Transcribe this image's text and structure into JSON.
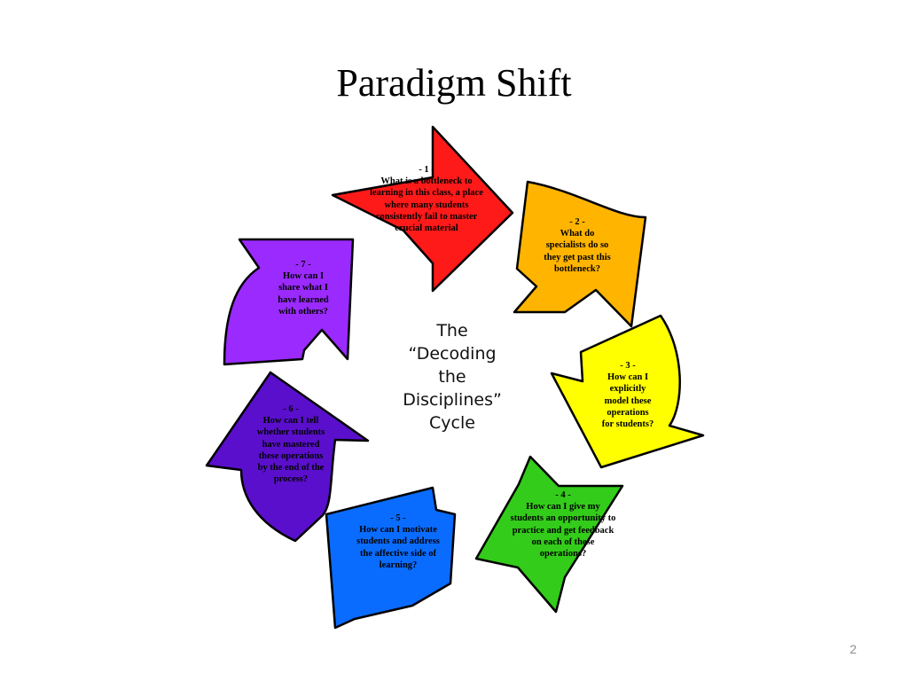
{
  "slide": {
    "title": "Paradigm Shift",
    "page_number": "2"
  },
  "diagram": {
    "center_lines": [
      "The",
      "“Decoding",
      "the",
      "Disciplines”",
      "Cycle"
    ],
    "steps": [
      {
        "number": "- 1 -",
        "lines": [
          "What is a bottleneck to",
          "learning in this class, a place",
          "where many students",
          "consistently fail to master",
          "crucial material"
        ],
        "color": "#ff1a1a"
      },
      {
        "number": "- 2 -",
        "lines": [
          "What do",
          "specialists do so",
          "they get past this",
          "bottleneck?"
        ],
        "color": "#ffb400"
      },
      {
        "number": "- 3 -",
        "lines": [
          "How can I",
          "explicitly",
          "model these",
          "operations",
          "for  students?"
        ],
        "color": "#ffff00"
      },
      {
        "number": "- 4 -",
        "lines": [
          "How can I give my",
          "students an opportunity to",
          "practice and get feedback",
          "on each of these",
          "operations?"
        ],
        "color": "#33cc1a"
      },
      {
        "number": "- 5 -",
        "lines": [
          "How can I motivate",
          "students and address",
          "the affective side of",
          "learning?"
        ],
        "color": "#0a6cff"
      },
      {
        "number": "- 6 -",
        "lines": [
          "How can I tell",
          "whether students",
          "have mastered",
          "these operations",
          "by the end of the",
          "process?"
        ],
        "color": "#5a0fcc"
      },
      {
        "number": "- 7 -",
        "lines": [
          "How can I",
          "share what I",
          "have learned",
          "with others?"
        ],
        "color": "#9b2aff"
      }
    ]
  }
}
